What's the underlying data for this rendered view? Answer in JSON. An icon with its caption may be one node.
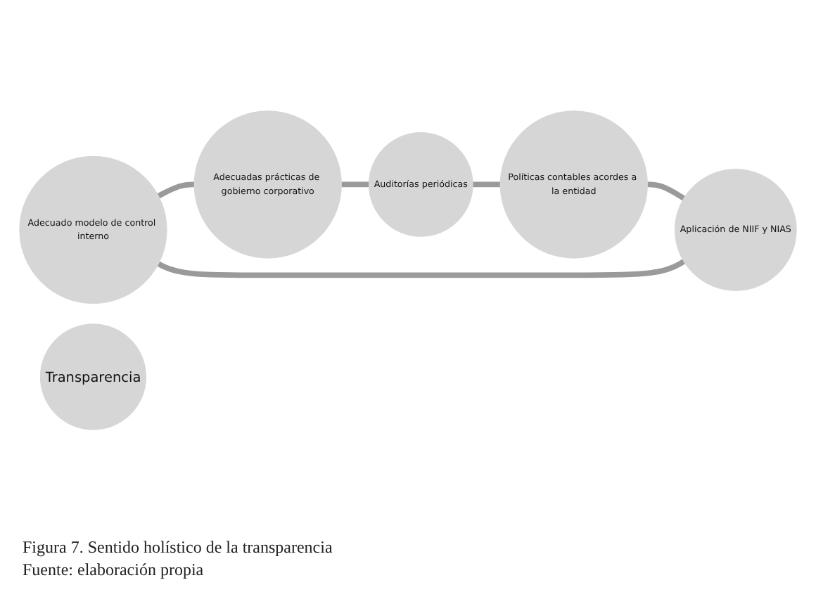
{
  "diagram": {
    "caption": "Figura 7. Sentido holístico de la transparencia",
    "nodes": [
      {
        "text": [
          "Adecuado modelo de control interno"
        ]
      },
      {
        "text": [
          "Aplicación de NIIF y NIAS"
        ]
      },
      {
        "text": [
          "Transparencia"
        ]
      },
      {
        "text": [
          "Adecuadas prácticas de gobierno corporativo"
        ]
      },
      {
        "text": [
          "Políticas contables acordes a la entidad"
        ]
      },
      {
        "text": [
          "Auditorías periódicas"
        ]
      }
    ],
    "edges": [
      {
        "from": 0,
        "to": 3,
        "arrow": "none"
      },
      {
        "from": 3,
        "to": 5,
        "arrow": "none"
      },
      {
        "from": 5,
        "to": 4,
        "arrow": "none"
      },
      {
        "from": 4,
        "to": 1,
        "arrow": "none"
      },
      {
        "from": 1,
        "to": 0,
        "arrow": "none"
      }
    ],
    "labels": [
      "Fuente: elaboración propia"
    ]
  }
}
